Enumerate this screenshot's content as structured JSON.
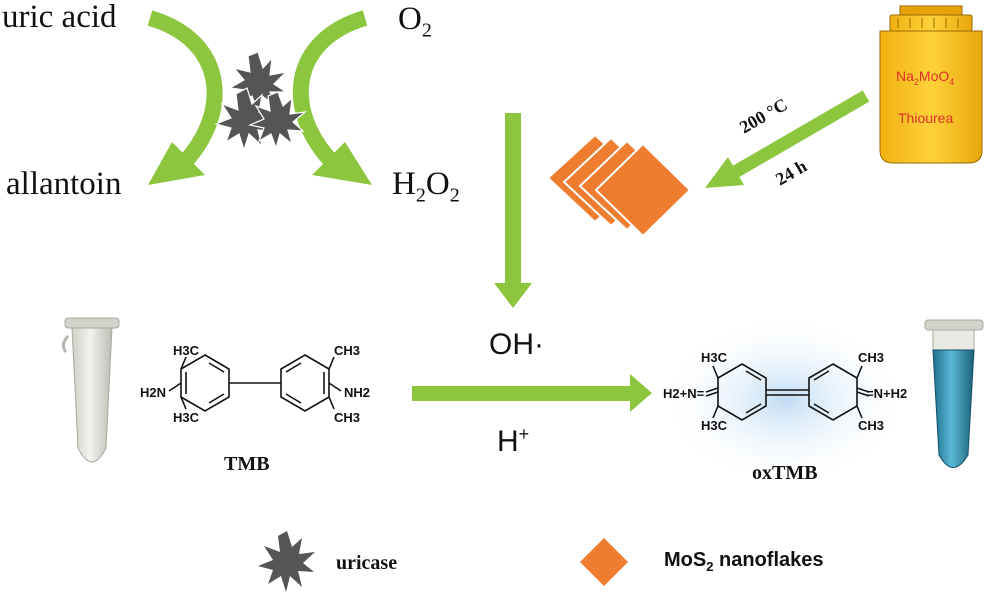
{
  "reaction": {
    "uric_acid": "uric acid",
    "o2": "O",
    "o2_sub": "2",
    "allantoin": "allantoin",
    "h2o2_h": "H",
    "h2o2_sub1": "2",
    "h2o2_o": "O",
    "h2o2_sub2": "2"
  },
  "synthesis": {
    "reagent1_main": "Na",
    "reagent1_sub1": "2",
    "reagent1_mid": "MoO",
    "reagent1_sub2": "4",
    "reagent2": "Thiourea",
    "temperature": "200 °C",
    "time": "24 h"
  },
  "conditions": {
    "radical": "OH·",
    "proton": "H",
    "proton_sup": "+"
  },
  "molecules": {
    "tmb": {
      "name": "TMB",
      "ch3_tl": "H3C",
      "ch3_tr": "CH3",
      "ch3_bl": "H3C",
      "ch3_br": "CH3",
      "nh2_l": "H2N",
      "nh2_r": "NH2"
    },
    "oxtmb": {
      "name": "oxTMB",
      "ch3_tl": "H3C",
      "ch3_tr": "CH3",
      "ch3_bl": "H3C",
      "ch3_br": "CH3",
      "nh_l": "H2+N=",
      "nh_r": "=N+H2"
    }
  },
  "legend": {
    "uricase": "uricase",
    "mos2_main": "MoS",
    "mos2_sub": "2",
    "mos2_rest": " nanoflakes"
  },
  "colors": {
    "arrow_green": "#8cc63f",
    "mos2_orange": "#ef7d2f",
    "vessel_yellow": "#f5c21b",
    "enzyme_gray": "#555555",
    "oxtmb_blue": "#2f8fb0"
  }
}
